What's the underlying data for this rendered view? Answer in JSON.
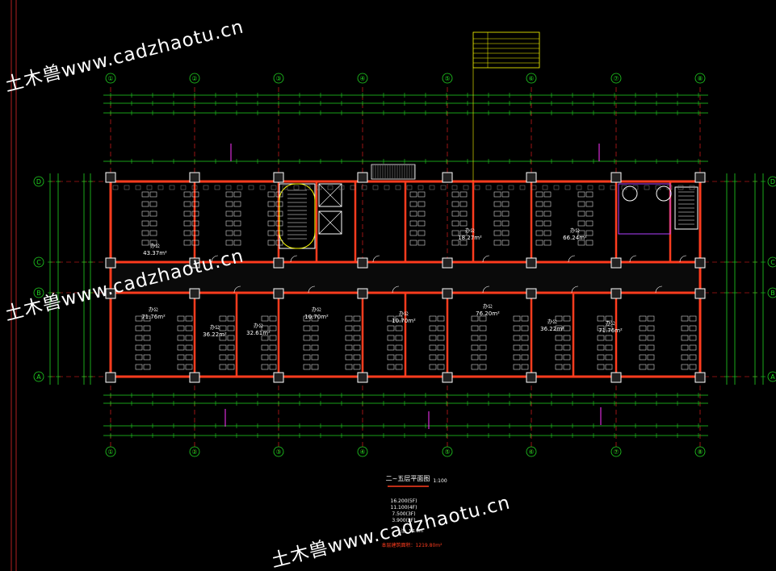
{
  "watermark": {
    "text_cn": "土木兽",
    "text_url": "www.cadzhaotu.cn"
  },
  "drawing": {
    "title": "二~五层平面图",
    "scale": "1:100",
    "grid_columns": [
      "①",
      "②",
      "③",
      "④",
      "⑤",
      "⑥",
      "⑦",
      "⑧"
    ],
    "grid_rows": [
      "D",
      "C",
      "B",
      "A"
    ],
    "rooms_north": [
      {
        "name": "办公",
        "area": "43.37m²"
      },
      {
        "name": "办公",
        "area": "18.27m²"
      },
      {
        "name": "办公",
        "area": "66.24m²"
      }
    ],
    "rooms_south": [
      {
        "name": "办公",
        "area": "71.76m²"
      },
      {
        "name": "办公",
        "area": "36.22m²"
      },
      {
        "name": "办公",
        "area": "32.61m²"
      },
      {
        "name": "办公",
        "area": "10.70m²"
      },
      {
        "name": "办公",
        "area": "10.70m²"
      },
      {
        "name": "办公",
        "area": "76.20m²"
      },
      {
        "name": "办公",
        "area": "36.22m²"
      },
      {
        "name": "办公",
        "area": "71.76m²"
      }
    ],
    "levels": [
      "16.200(5F)",
      "11.100(4F)",
      "7.500(3F)",
      "3.900(2F)"
    ],
    "note": "注：1:1.5m",
    "area_note": "本层建筑面积：1219.80m²"
  },
  "colors": {
    "background": "#000000",
    "wall": "#ff3c1e",
    "dimension": "#21d421",
    "furniture": "#d8d8d8",
    "axis_line": "#ff2020",
    "stairs": "#ffffff",
    "table_yellow": "#ffff00"
  }
}
